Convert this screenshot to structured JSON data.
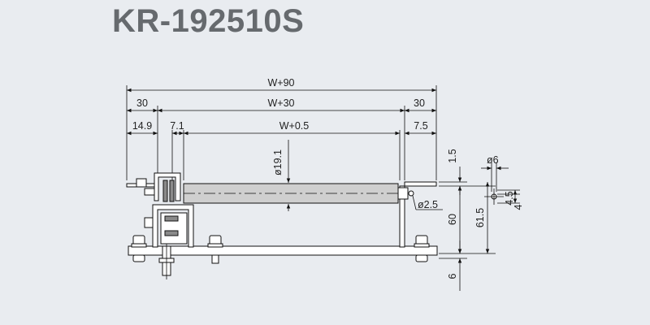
{
  "title": "KR-192510S",
  "dimensions": {
    "overall_width": "W+90",
    "end_left": "30",
    "frame_width": "W+30",
    "end_right": "30",
    "left_offset": "14.9",
    "bracket": "7.1",
    "roller_length": "W+0.5",
    "right_offset": "7.5",
    "roller_diameter": "ø19.1",
    "axle_diameter": "ø2.5",
    "top_clearance": "1.5",
    "height_roller": "60",
    "height_total": "61.5",
    "base_thickness": "6",
    "hole_diameter": "ø6",
    "hole_spacing": "4.5",
    "hole_edge": "4"
  },
  "colors": {
    "background": "#e9ecf0",
    "title": "#666a6e",
    "line": "#111111"
  }
}
